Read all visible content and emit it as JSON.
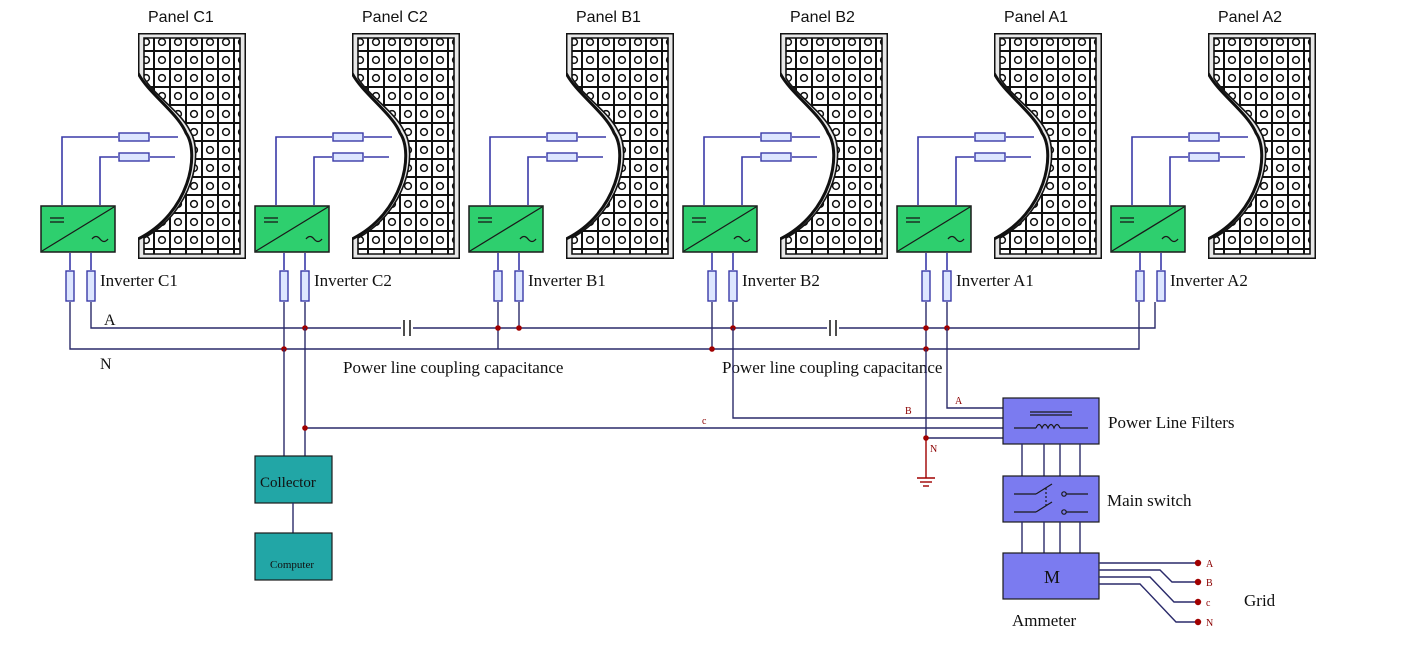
{
  "panels": [
    {
      "label": "Panel C1",
      "inverter": "Inverter C1"
    },
    {
      "label": "Panel C2",
      "inverter": "Inverter C2"
    },
    {
      "label": "Panel B1",
      "inverter": "Inverter B1"
    },
    {
      "label": "Panel B2",
      "inverter": "Inverter B2"
    },
    {
      "label": "Panel A1",
      "inverter": "Inverter A1"
    },
    {
      "label": "Panel A2",
      "inverter": "Inverter A2"
    }
  ],
  "bus": {
    "a_label": "A",
    "n_label": "N"
  },
  "coupling": {
    "label_1": "Power line coupling capacitance",
    "label_2": "Power line coupling capacitance"
  },
  "lines": {
    "b": "B",
    "c": "c",
    "a": "A",
    "n": "N"
  },
  "filters": {
    "label": "Power Line Filters"
  },
  "main_switch": {
    "label": "Main switch"
  },
  "ammeter": {
    "symbol": "M",
    "label": "Ammeter"
  },
  "grid": {
    "label": "Grid",
    "terminals": [
      "A",
      "B",
      "c",
      "N"
    ]
  },
  "collector": {
    "label": "Collector"
  },
  "computer": {
    "label": "Computer"
  },
  "colors": {
    "inverter": "#2ecf6e",
    "device": "#7b7bf0",
    "monitor": "#22a6a6",
    "wire": "#3a3aa8"
  }
}
